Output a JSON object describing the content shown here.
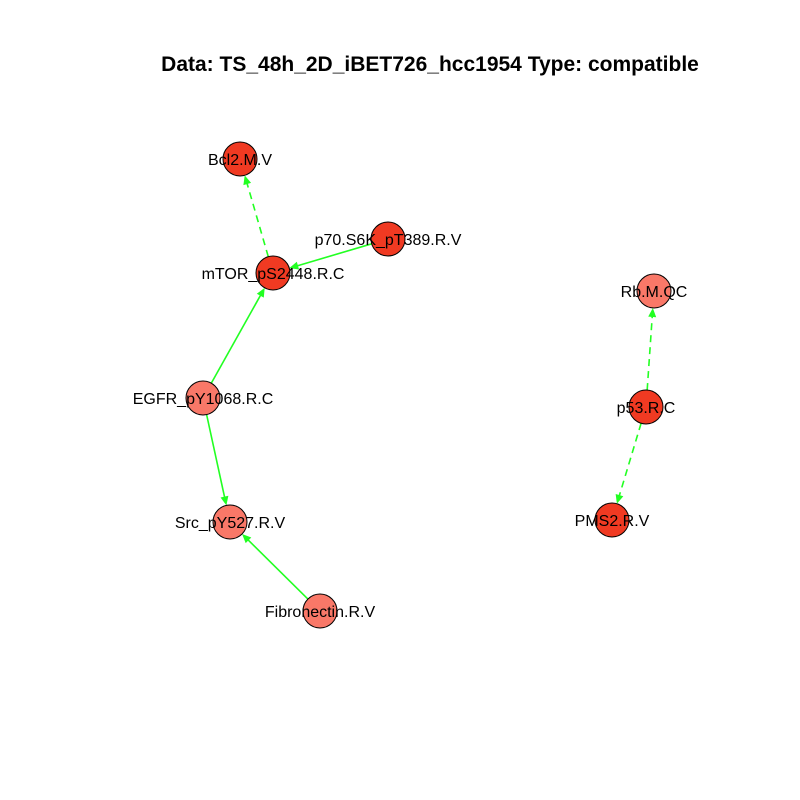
{
  "title": "Data: TS_48h_2D_iBET726_hcc1954 Type: compatible",
  "colors": {
    "node_strong": "#f03a22",
    "node_light": "#f97868",
    "edge": "#22ff22",
    "stroke": "#000000"
  },
  "nodes": [
    {
      "id": "bcl2",
      "label": "Bcl2.M.V",
      "shade": "strong"
    },
    {
      "id": "p70",
      "label": "p70.S6K_pT389.R.V",
      "shade": "strong"
    },
    {
      "id": "mtor",
      "label": "mTOR_pS2448.R.C",
      "shade": "strong"
    },
    {
      "id": "egfr",
      "label": "EGFR_pY1068.R.C",
      "shade": "light"
    },
    {
      "id": "src",
      "label": "Src_pY527.R.V",
      "shade": "light"
    },
    {
      "id": "fibro",
      "label": "Fibronectin.R.V",
      "shade": "light"
    },
    {
      "id": "rb",
      "label": "Rb.M.QC",
      "shade": "light"
    },
    {
      "id": "p53",
      "label": "p53.R.C",
      "shade": "strong"
    },
    {
      "id": "pms2",
      "label": "PMS2.R.V",
      "shade": "strong"
    }
  ],
  "edges": [
    {
      "from": "mtor",
      "to": "bcl2",
      "style": "dashed"
    },
    {
      "from": "p70",
      "to": "mtor",
      "style": "solid"
    },
    {
      "from": "egfr",
      "to": "mtor",
      "style": "solid"
    },
    {
      "from": "egfr",
      "to": "src",
      "style": "solid"
    },
    {
      "from": "fibro",
      "to": "src",
      "style": "solid"
    },
    {
      "from": "p53",
      "to": "rb",
      "style": "dashed"
    },
    {
      "from": "p53",
      "to": "pms2",
      "style": "dashed"
    }
  ]
}
